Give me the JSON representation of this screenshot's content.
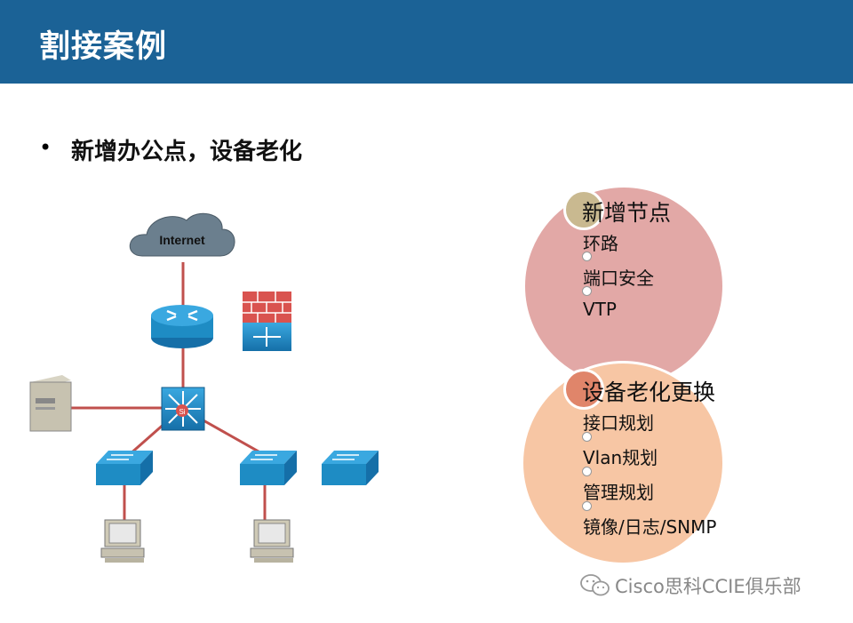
{
  "header": {
    "title": "割接案例"
  },
  "bullet": {
    "symbol": "•",
    "text": "新增办公点，设备老化"
  },
  "diagram": {
    "internet_label": "Internet",
    "core_label": "Si"
  },
  "circle_new": {
    "title": "新增节点",
    "items": [
      "环路",
      "端口安全",
      "VTP"
    ]
  },
  "circle_old": {
    "title": "设备老化更换",
    "items": [
      "接口规划",
      "Vlan规划",
      "管理规划",
      "镜像/日志/SNMP"
    ]
  },
  "footer": {
    "text": "Cisco思科CCIE俱乐部"
  },
  "colors": {
    "header": "#1b6296",
    "circle_new": "#e2a8a6",
    "circle_old": "#f7c6a4",
    "device_blue": "#1e8cc4",
    "link": "#c0504d"
  }
}
